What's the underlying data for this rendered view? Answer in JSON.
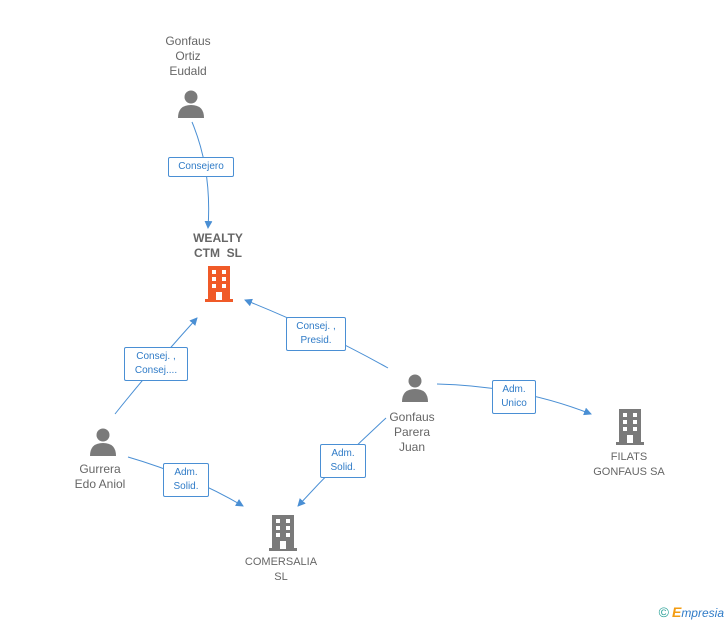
{
  "nodes": {
    "gonfaus_ortiz": {
      "lines": [
        "Gonfaus",
        "Ortiz",
        "Eudald"
      ],
      "type": "person"
    },
    "wealty": {
      "lines": [
        "WEALTY",
        "CTM  SL"
      ],
      "type": "company-highlight"
    },
    "gonfaus_parera": {
      "lines": [
        "Gonfaus",
        "Parera",
        "Juan"
      ],
      "type": "person"
    },
    "gurrera": {
      "lines": [
        "Gurrera",
        "Edo Aniol"
      ],
      "type": "person"
    },
    "filats": {
      "lines": [
        "FILATS",
        "GONFAUS SA"
      ],
      "type": "company"
    },
    "comersalia": {
      "lines": [
        "COMERSALIA",
        "SL"
      ],
      "type": "company"
    }
  },
  "edges": {
    "consejero": {
      "lines": [
        "Consejero"
      ]
    },
    "consej_presid": {
      "lines": [
        "Consej. ,",
        "Presid."
      ]
    },
    "consej_consej": {
      "lines": [
        "Consej. ,",
        "Consej...."
      ]
    },
    "adm_unico": {
      "lines": [
        "Adm.",
        "Unico"
      ]
    },
    "adm_solid_parera": {
      "lines": [
        "Adm.",
        "Solid."
      ]
    },
    "adm_solid_gurrera": {
      "lines": [
        "Adm.",
        "Solid."
      ]
    }
  },
  "colors": {
    "edge": "#4a8fd4",
    "person_icon": "#7a7a7a",
    "company_icon": "#7a7a7a",
    "highlight_company_icon": "#f05a28",
    "label_text": "#666666"
  },
  "footer": {
    "copyright": "©",
    "brand_first": "E",
    "brand_rest": "mpresia"
  }
}
